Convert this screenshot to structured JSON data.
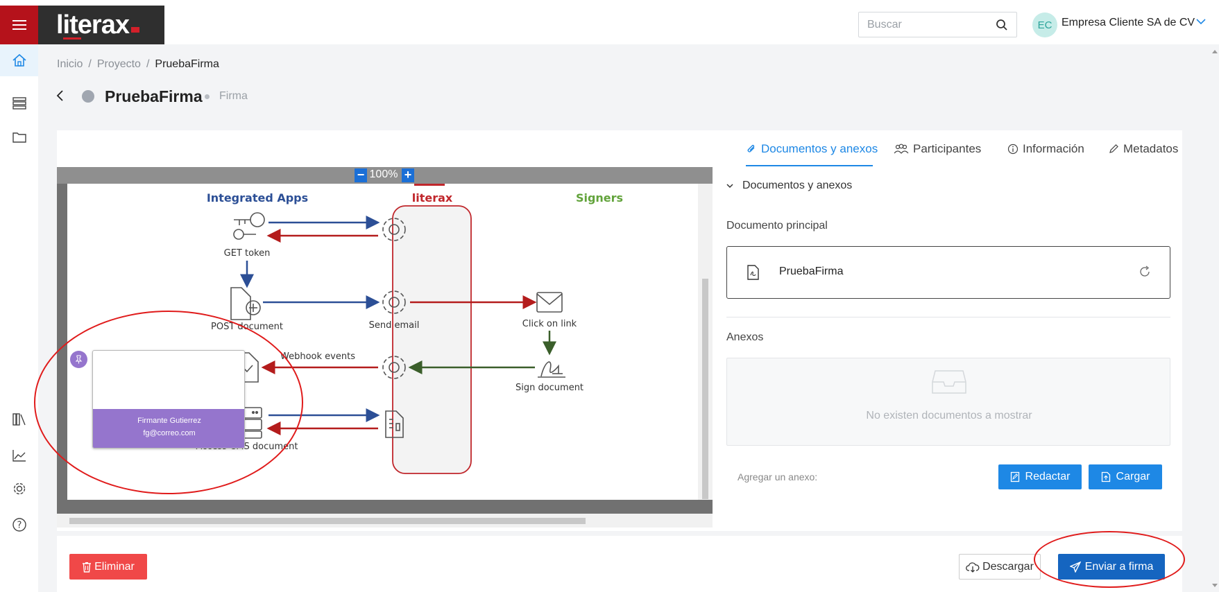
{
  "header": {
    "logo_text": "literax",
    "search_placeholder": "Buscar",
    "avatar_initials": "EC",
    "company_name": "Empresa Cliente SA de CV"
  },
  "breadcrumb": {
    "items": [
      "Inicio",
      "Proyecto"
    ],
    "current": "PruebaFirma"
  },
  "page": {
    "title": "PruebaFirma",
    "subtitle": "Firma"
  },
  "viewer": {
    "zoom_level": "100%",
    "diagram": {
      "col_integrated": "Integrated Apps",
      "col_literax": "literax",
      "col_signers": "Signers",
      "get_token": "GET token",
      "post_document": "POST document",
      "send_email": "Send email",
      "click_on_link": "Click on link",
      "webhook_events": "Webhook events",
      "sign_document": "Sign document",
      "access_cms": "Access CMS document"
    },
    "signer": {
      "name": "Firmante Gutierrez",
      "email": "fg@correo.com"
    }
  },
  "tabs": [
    {
      "label": "Documentos y anexos",
      "icon": "paperclip-icon"
    },
    {
      "label": "Participantes",
      "icon": "people-icon"
    },
    {
      "label": "Información",
      "icon": "info-icon"
    },
    {
      "label": "Metadatos",
      "icon": "pencil-icon"
    }
  ],
  "panel": {
    "section_title": "Documentos y anexos",
    "main_doc_label": "Documento principal",
    "main_doc_name": "PruebaFirma",
    "annex_label": "Anexos",
    "empty_text": "No existen documentos a mostrar",
    "add_annex_label": "Agregar un anexo:",
    "redact_label": "Redactar",
    "upload_label": "Cargar"
  },
  "footer": {
    "delete_label": "Eliminar",
    "download_label": "Descargar",
    "send_label": "Enviar a firma"
  },
  "colors": {
    "brand_red": "#b5121b",
    "accent_blue": "#1e88e5",
    "signer_purple": "#9575cd",
    "annotation_red": "#e01b1b"
  }
}
